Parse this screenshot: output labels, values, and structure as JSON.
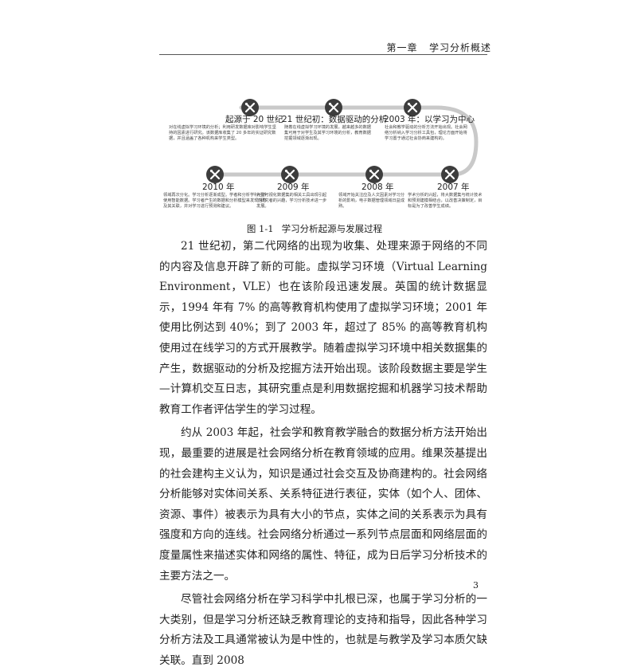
{
  "header": {
    "chapter": "第一章",
    "title": "学习分析概述"
  },
  "timeline": {
    "top": [
      {
        "label": "起源于 20 世纪",
        "desc": "对在线虚拟学习环境的分析；利用研发数据库对影响学生坚持的因素进行研究。该数据库收集了 20 多年的实证研究数据，并且涵盖了各种机构来学生类型。"
      },
      {
        "label": "21 世纪初：数据驱动的分析",
        "desc": "随着在线虚拟学习环境的发展，越来越多的数据集可用于对学生及其学习环境的分析，教育数据挖掘领域逐渐出现。"
      },
      {
        "label": "2003 年：以学习为中心",
        "desc": "社会和教学驱动的分析方法开始出现。社会网络分析纳入学习分析工具包，理论方面开始将学习置于通过社会协商来建构的。"
      }
    ],
    "bottom": [
      {
        "label": "2010 年",
        "desc": "领域再次分化。学习分析逐渐成型。学者和分析学科分析使用智能数据。学习者产生的数据和分析模型来发现信息及其关联，并对学习进行预测和建议。"
      },
      {
        "label": "2009 年",
        "desc": "大型可视化数据集的相关工具出现引起了研究者的兴趣，学习分析技术进一步发展。"
      },
      {
        "label": "2008 年",
        "desc": "领域开始关注应及人文因素对学习分析的影响，电子数据管理领域日益成熟。"
      },
      {
        "label": "2007 年",
        "desc": "学术分析的兴起，将大数据集与统计技术和预测建模相结合，以改善决策制定，目标是为了改善学生成绩。"
      }
    ]
  },
  "caption": {
    "number": "图 1-1",
    "text": "学习分析起源与发展过程"
  },
  "paragraphs": [
    "21 世纪初，第二代网络的出现为收集、处理来源于网络的不同的内容及信息开辟了新的可能。虚拟学习环境（Virtual Learning Environment，VLE）也在该阶段迅速发展。英国的统计数据显示，1994 年有 7% 的高等教育机构使用了虚拟学习环境；2001 年使用比例达到 40%；到了 2003 年，超过了 85% 的高等教育机构使用过在线学习的方式开展教学。随着虚拟学习环境中相关数据集的产生，数据驱动的分析及挖掘方法开始出现。该阶段数据主要是学生—计算机交互日志，其研究重点是利用数据挖掘和机器学习技术帮助教育工作者评估学生的学习过程。",
    "约从 2003 年起，社会学和教育教学融合的数据分析方法开始出现，最重要的进展是社会网络分析在教育领域的应用。维果茨基提出的社会建构主义认为，知识是通过社会交互及协商建构的。社会网络分析能够对实体间关系、关系特征进行表征，实体（如个人、团体、资源、事件）被表示为具有大小的节点，实体之间的关系表示为具有强度和方向的连线。社会网络分析通过一系列节点层面和网络层面的度量属性来描述实体和网络的属性、特征，成为日后学习分析技术的主要方法之一。",
    "尽管社会网络分析在学习科学中扎根已深，也属于学习分析的一大类别，但是学习分析还缺乏教育理论的支持和指导，因此各种学习分析方法及工具通常被认为是中性的，也就是与教学及学习本质欠缺关联。直到 2008"
  ],
  "page_number": "3",
  "icons": {
    "timeline_node": "tools-icon"
  },
  "colors": {
    "node": "#3d3d3d",
    "line": "#c9c9c9"
  }
}
